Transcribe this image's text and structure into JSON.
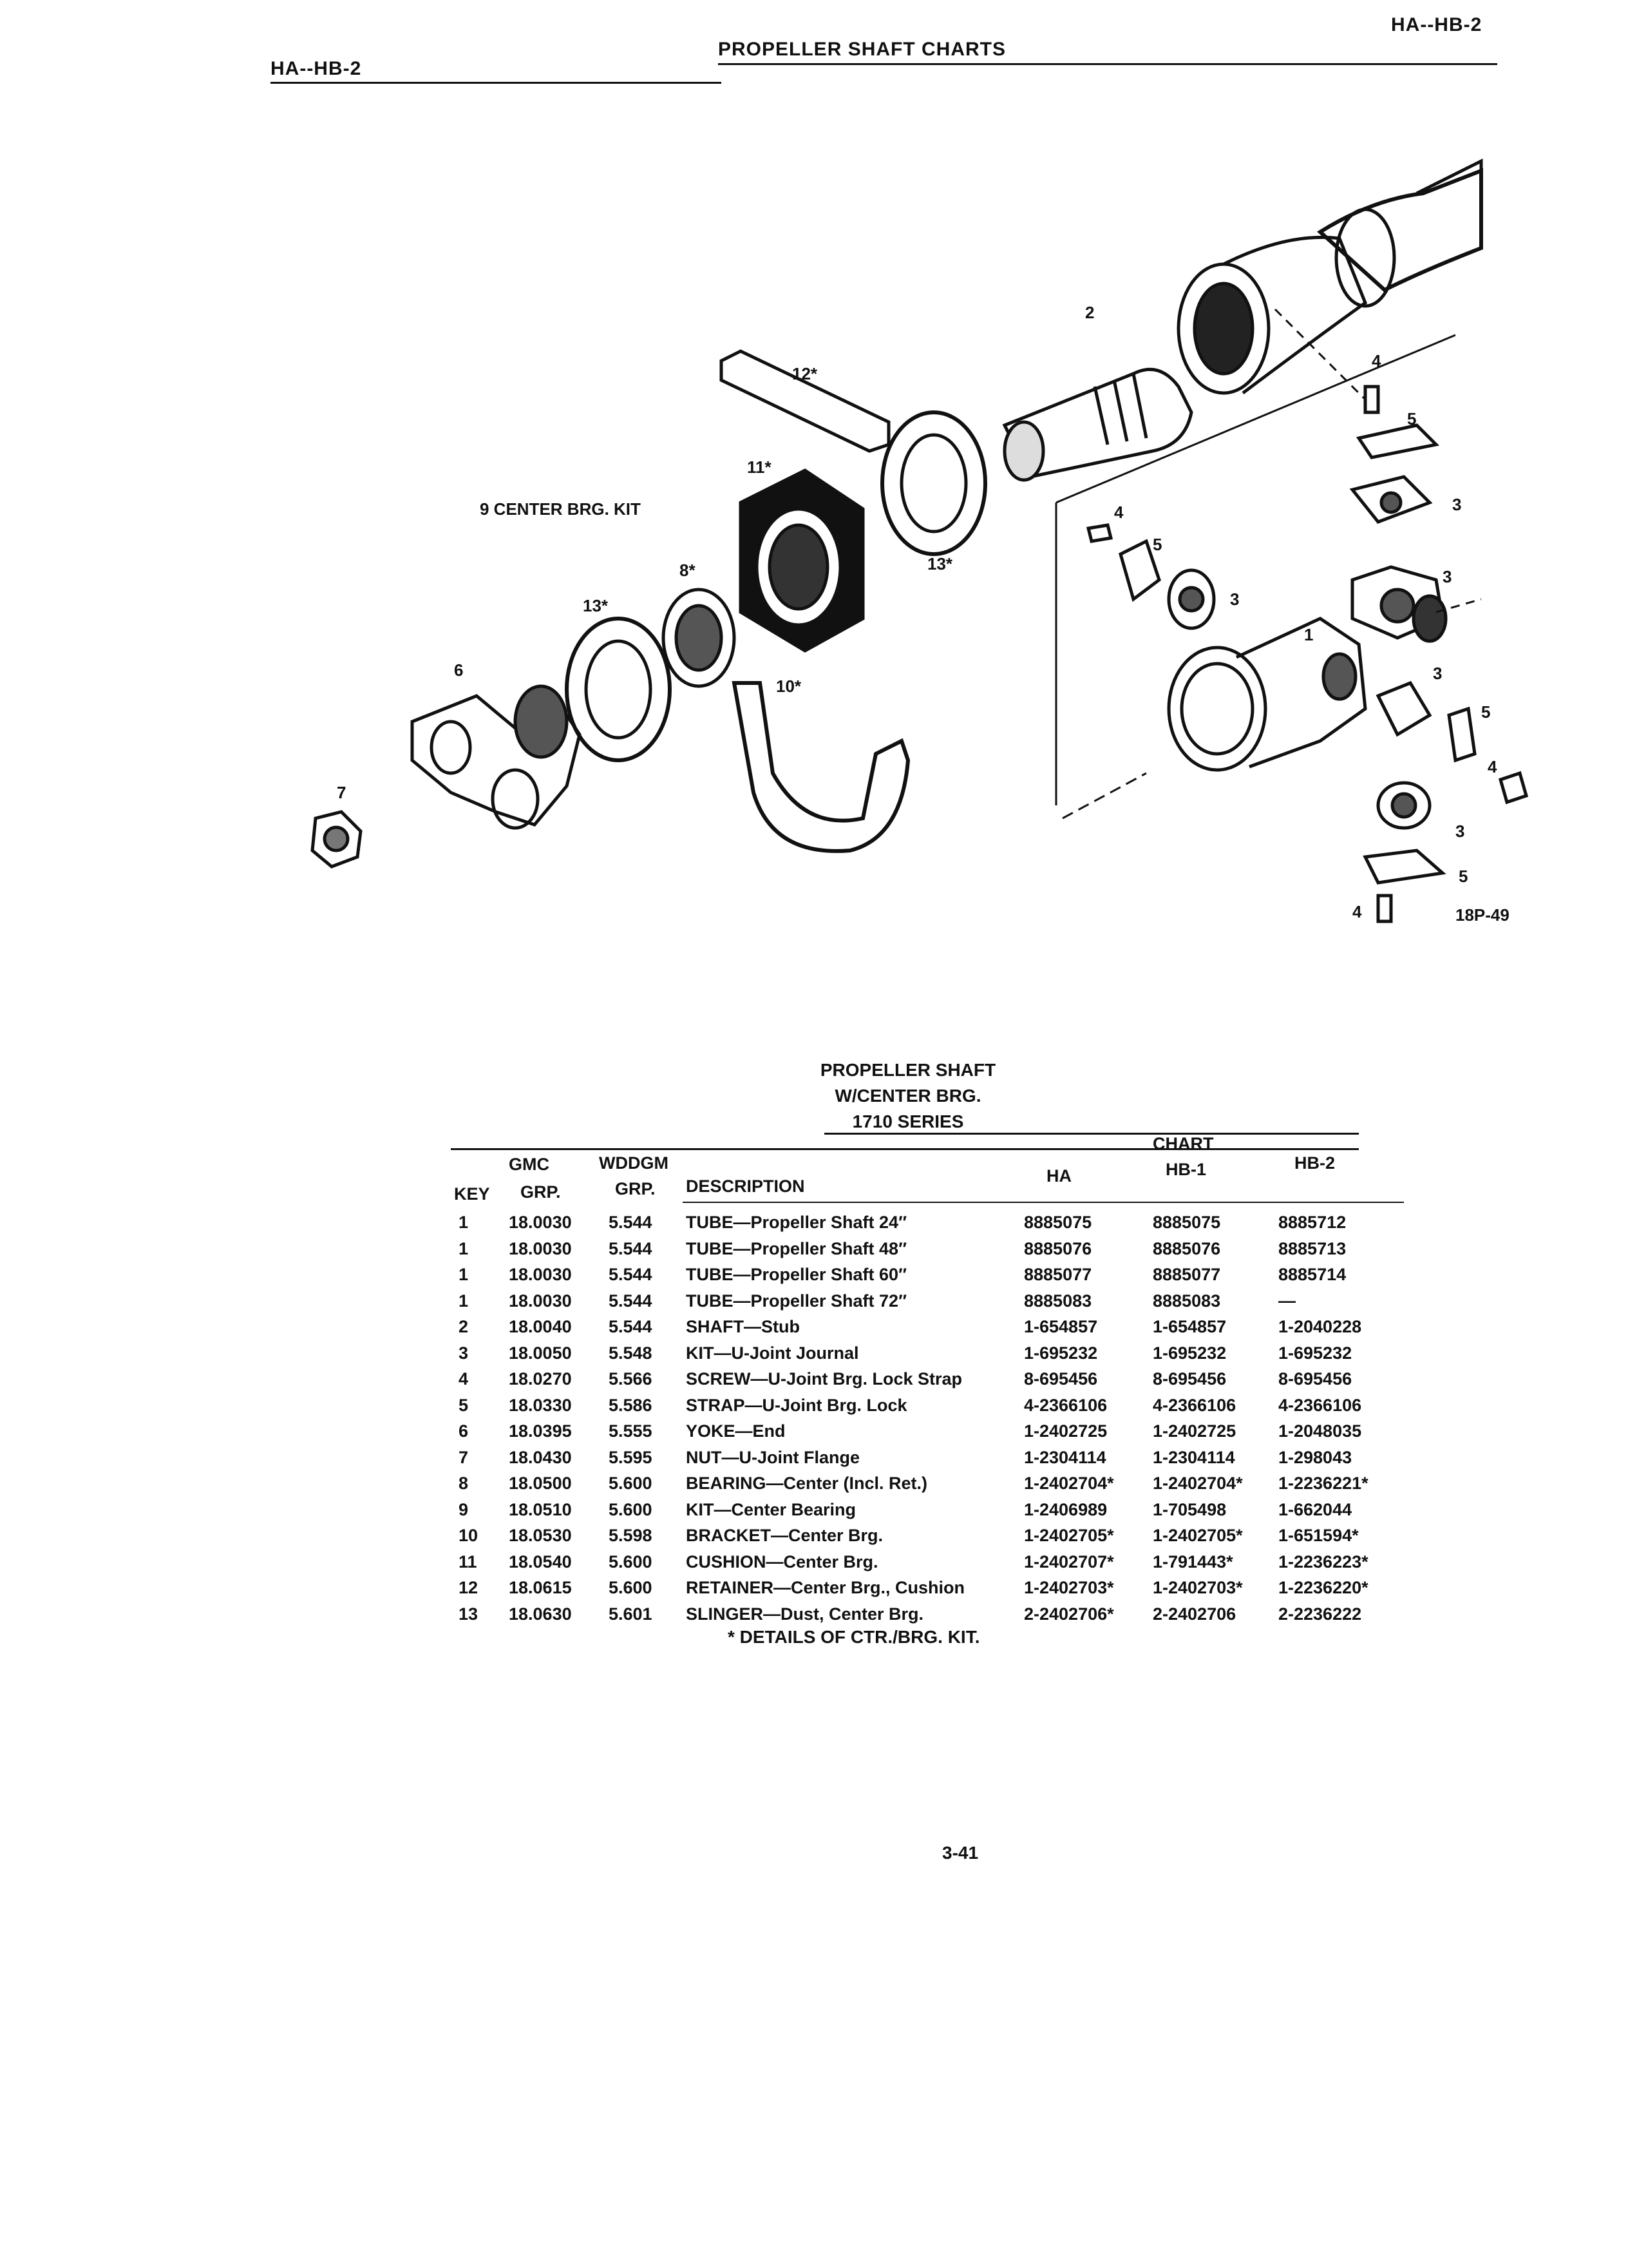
{
  "header": {
    "left_code": "HA--HB-2",
    "title": "PROPELLER SHAFT CHARTS",
    "right_code": "HA--HB-2"
  },
  "diagram": {
    "figure_id": "18P-49",
    "center_bearing_kit_label": "9 CENTER BRG. KIT",
    "callouts": [
      "1",
      "2",
      "3",
      "4",
      "5",
      "6",
      "7",
      "8*",
      "10*",
      "11*",
      "12*",
      "13*"
    ]
  },
  "table": {
    "title_lines": [
      "PROPELLER SHAFT",
      "W/CENTER BRG.",
      "1710 SERIES"
    ],
    "headers": {
      "key": "KEY",
      "gmc_1": "GMC",
      "gmc_2": "GRP.",
      "wddgm_1": "WDDGM",
      "wddgm_2": "GRP.",
      "description": "DESCRIPTION",
      "chart": "CHART",
      "ha": "HA",
      "hb1": "HB-1",
      "hb2": "HB-2"
    },
    "rows": [
      {
        "key": "1",
        "gmc": "18.0030",
        "wddgm": "5.544",
        "desc": "TUBE—Propeller Shaft 24″",
        "ha": "8885075",
        "hb1": "8885075",
        "hb2": "8885712"
      },
      {
        "key": "1",
        "gmc": "18.0030",
        "wddgm": "5.544",
        "desc": "TUBE—Propeller Shaft 48″",
        "ha": "8885076",
        "hb1": "8885076",
        "hb2": "8885713"
      },
      {
        "key": "1",
        "gmc": "18.0030",
        "wddgm": "5.544",
        "desc": "TUBE—Propeller Shaft 60″",
        "ha": "8885077",
        "hb1": "8885077",
        "hb2": "8885714"
      },
      {
        "key": "1",
        "gmc": "18.0030",
        "wddgm": "5.544",
        "desc": "TUBE—Propeller Shaft 72″",
        "ha": "8885083",
        "hb1": "8885083",
        "hb2": "—"
      },
      {
        "key": "2",
        "gmc": "18.0040",
        "wddgm": "5.544",
        "desc": "SHAFT—Stub",
        "ha": "1-654857",
        "hb1": "1-654857",
        "hb2": "1-2040228"
      },
      {
        "key": "3",
        "gmc": "18.0050",
        "wddgm": "5.548",
        "desc": "KIT—U-Joint Journal",
        "ha": "1-695232",
        "hb1": "1-695232",
        "hb2": "1-695232"
      },
      {
        "key": "4",
        "gmc": "18.0270",
        "wddgm": "5.566",
        "desc": "SCREW—U-Joint Brg. Lock Strap",
        "ha": "8-695456",
        "hb1": "8-695456",
        "hb2": "8-695456"
      },
      {
        "key": "5",
        "gmc": "18.0330",
        "wddgm": "5.586",
        "desc": "STRAP—U-Joint Brg. Lock",
        "ha": "4-2366106",
        "hb1": "4-2366106",
        "hb2": "4-2366106"
      },
      {
        "key": "6",
        "gmc": "18.0395",
        "wddgm": "5.555",
        "desc": "YOKE—End",
        "ha": "1-2402725",
        "hb1": "1-2402725",
        "hb2": "1-2048035"
      },
      {
        "key": "7",
        "gmc": "18.0430",
        "wddgm": "5.595",
        "desc": "NUT—U-Joint Flange",
        "ha": "1-2304114",
        "hb1": "1-2304114",
        "hb2": "1-298043"
      },
      {
        "key": "8",
        "gmc": "18.0500",
        "wddgm": "5.600",
        "desc": "BEARING—Center (Incl. Ret.)",
        "ha": "1-2402704*",
        "hb1": "1-2402704*",
        "hb2": "1-2236221*"
      },
      {
        "key": "9",
        "gmc": "18.0510",
        "wddgm": "5.600",
        "desc": "KIT—Center Bearing",
        "ha": "1-2406989",
        "hb1": "1-705498",
        "hb2": "1-662044"
      },
      {
        "key": "10",
        "gmc": "18.0530",
        "wddgm": "5.598",
        "desc": "BRACKET—Center Brg.",
        "ha": "1-2402705*",
        "hb1": "1-2402705*",
        "hb2": "1-651594*"
      },
      {
        "key": "11",
        "gmc": "18.0540",
        "wddgm": "5.600",
        "desc": "CUSHION—Center Brg.",
        "ha": "1-2402707*",
        "hb1": "1-791443*",
        "hb2": "1-2236223*"
      },
      {
        "key": "12",
        "gmc": "18.0615",
        "wddgm": "5.600",
        "desc": "RETAINER—Center Brg., Cushion",
        "ha": "1-2402703*",
        "hb1": "1-2402703*",
        "hb2": "1-2236220*"
      },
      {
        "key": "13",
        "gmc": "18.0630",
        "wddgm": "5.601",
        "desc": "SLINGER—Dust, Center Brg.",
        "ha": "2-2402706*",
        "hb1": "2-2402706",
        "hb2": "2-2236222"
      }
    ],
    "footnote": "*  DETAILS OF CTR./BRG. KIT."
  },
  "page_number": "3-41"
}
